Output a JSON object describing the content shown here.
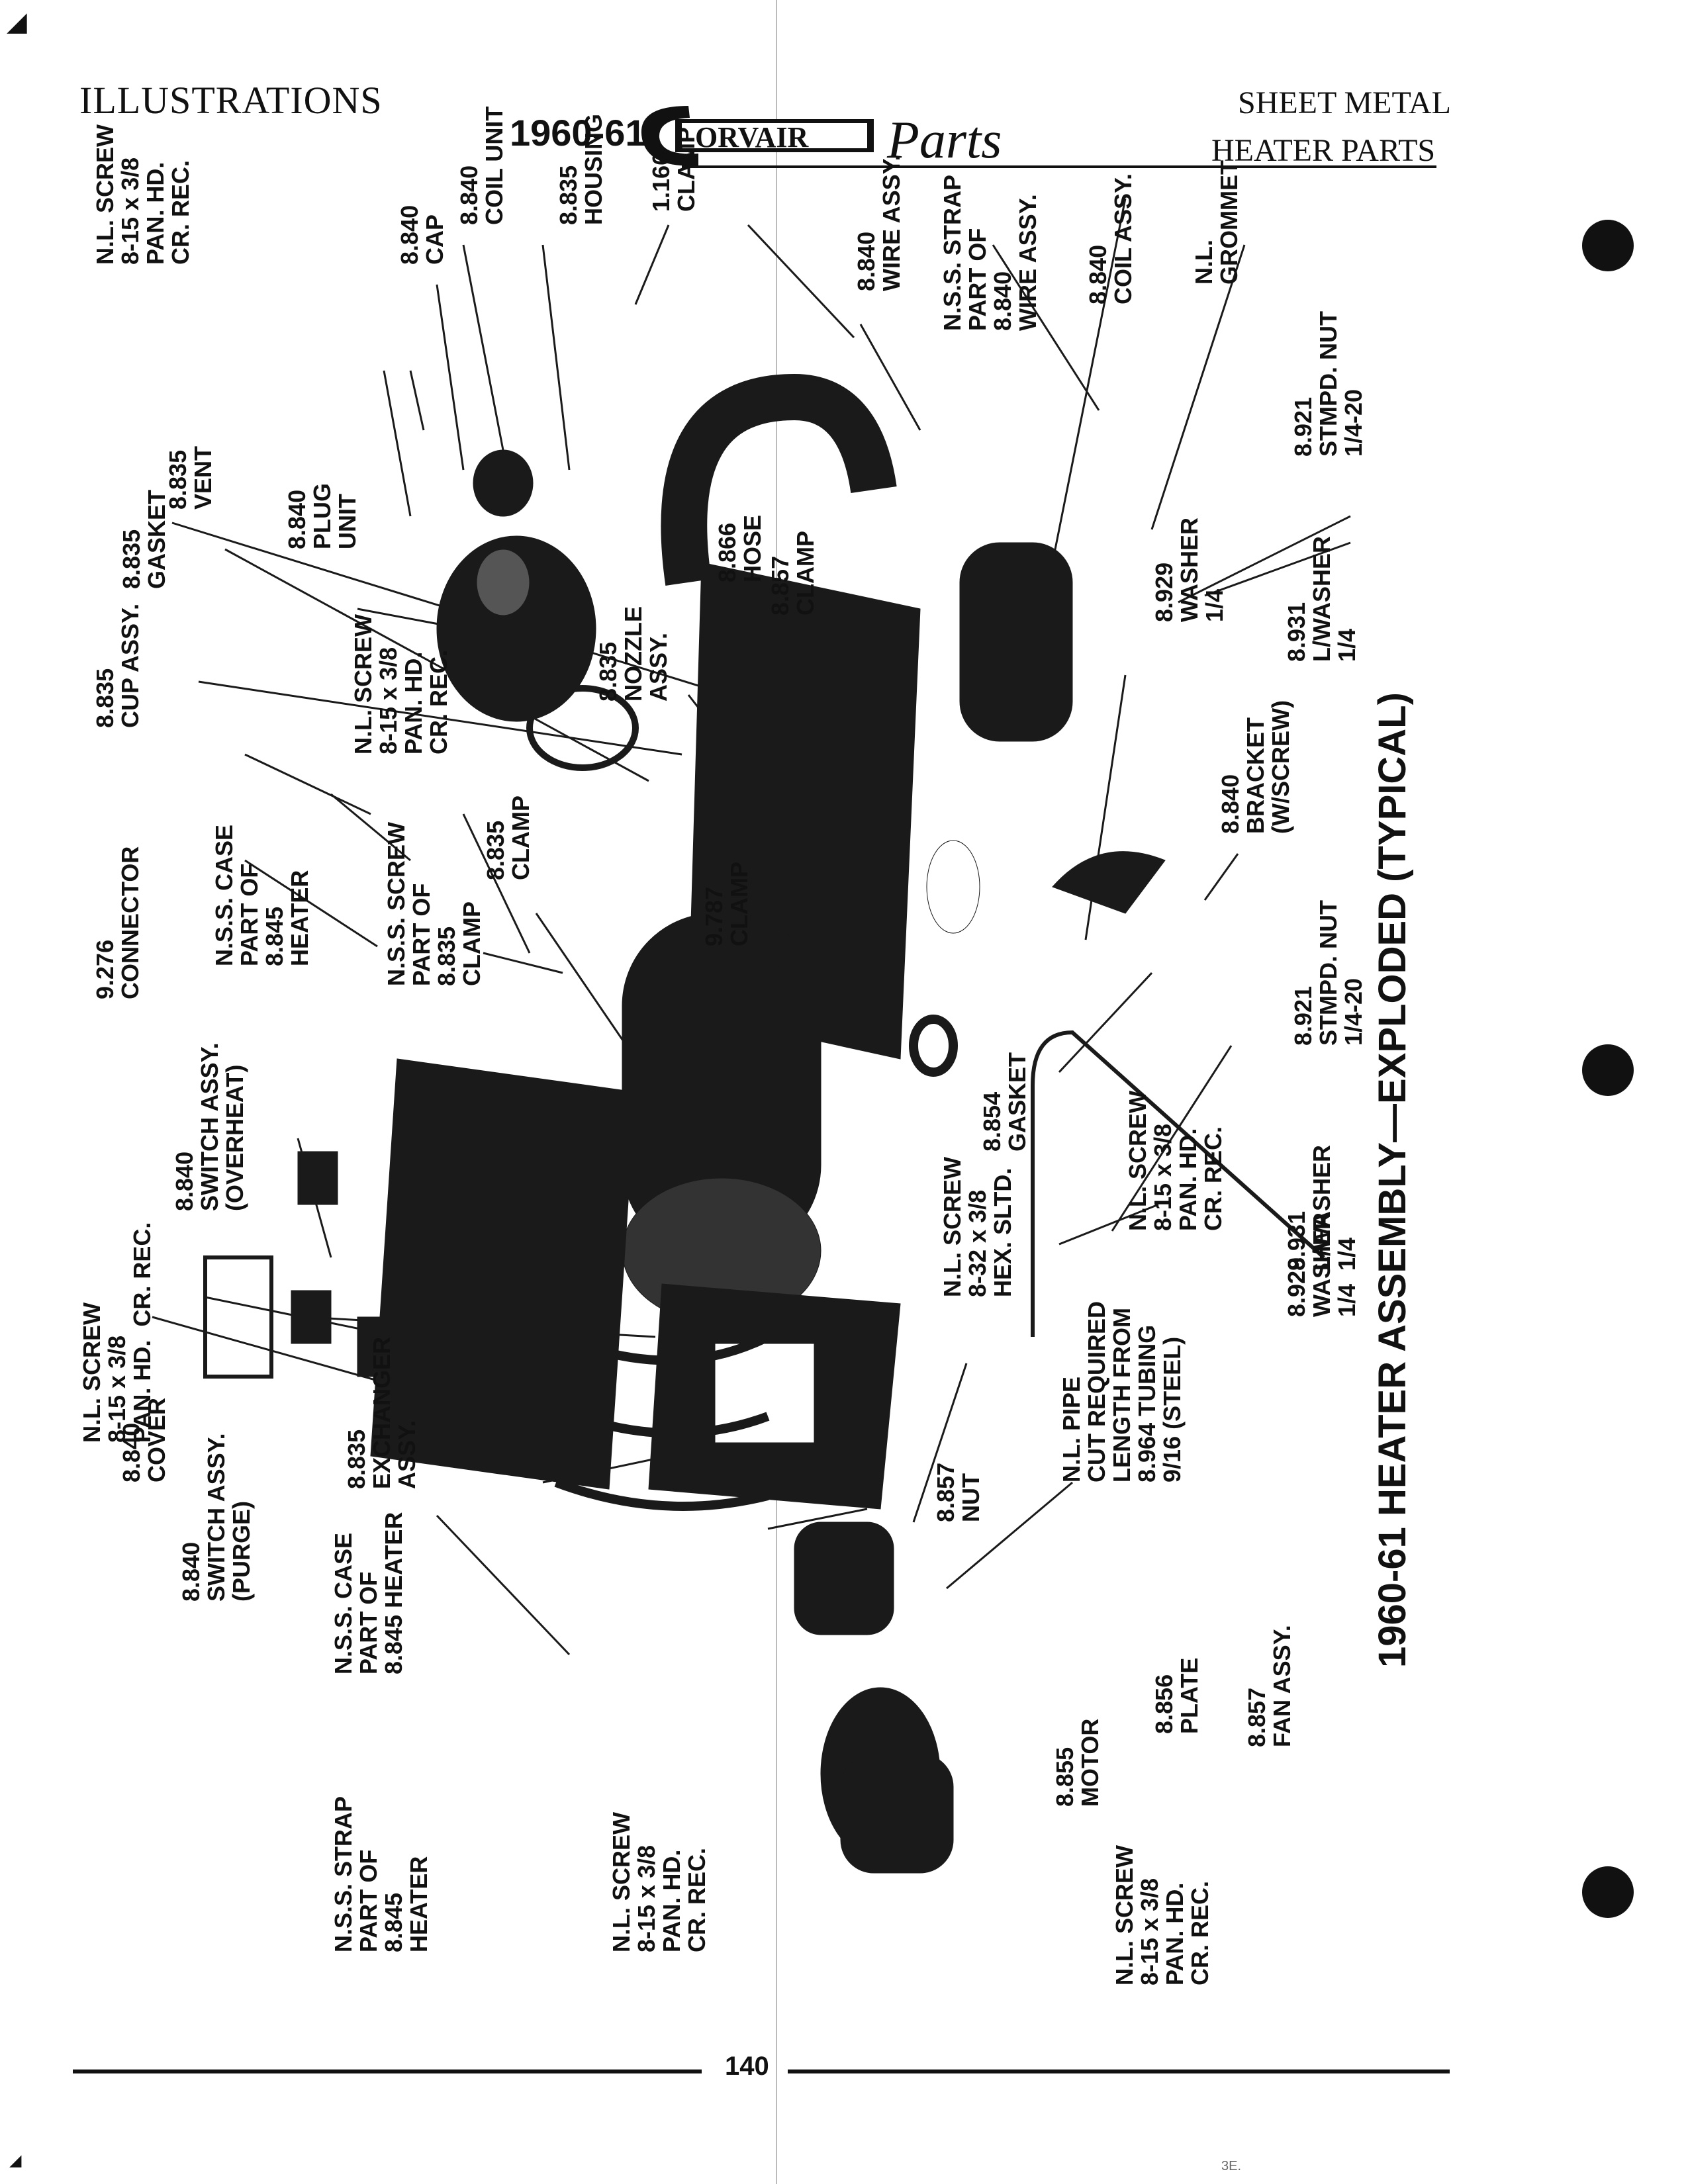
{
  "header": {
    "left": "ILLUSTRATIONS",
    "year": "1960-61",
    "logo_brand": "ORVAIR",
    "logo_script": "Parts",
    "right_line1": "SHEET METAL",
    "right_line2": "HEATER PARTS"
  },
  "footer": {
    "page_number": "140",
    "mark": "3E."
  },
  "title": "1960-61 HEATER ASSEMBLY—EXPLODED (TYPICAL)",
  "labels": {
    "screw_cap": [
      "N.L. SCREW",
      "8-15 x 3/8",
      "PAN. HD.",
      "CR. REC."
    ],
    "cap": [
      "8.840",
      "CAP"
    ],
    "coil_unit": [
      "8.840",
      "COIL UNIT"
    ],
    "housing": [
      "8.835",
      "HOUSING"
    ],
    "clamp_1166": [
      "1.166",
      "CLAMP"
    ],
    "plug_unit": [
      "8.840",
      "PLUG",
      "UNIT"
    ],
    "vent": [
      "8.835",
      "VENT"
    ],
    "gasket_835": [
      "8.835",
      "GASKET"
    ],
    "nozzle": [
      "8.835",
      "NOZZLE",
      "ASSY."
    ],
    "hose": [
      "8.866",
      "HOSE"
    ],
    "clamp_857": [
      "8.857",
      "CLAMP"
    ],
    "wire_assy": [
      "8.840",
      "WIRE ASSY."
    ],
    "strap_wire": [
      "N.S.S. STRAP",
      "PART OF",
      "8.840",
      "WIRE ASSY."
    ],
    "coil_assy": [
      "8.840",
      "COIL ASSY."
    ],
    "grommet": [
      "N.L.",
      "GROMMET"
    ],
    "stmpd_nut_top": [
      "8.921",
      "STMPD. NUT",
      "1/4-20"
    ],
    "washer_929": [
      "8.929",
      "WASHER",
      "1/4"
    ],
    "lwasher_931": [
      "8.931",
      "L/WASHER",
      "1/4"
    ],
    "screw_cup": [
      "N.L. SCREW",
      "8-15 x 3/8",
      "PAN. HD.",
      "CR. REC."
    ],
    "cup_assy": [
      "8.835",
      "CUP ASSY."
    ],
    "bracket": [
      "8.840",
      "BRACKET",
      "(W/SCREW)"
    ],
    "connector": [
      "9.276",
      "CONNECTOR"
    ],
    "case_top": [
      "N.S.S. CASE",
      "PART OF",
      "8.845",
      "HEATER"
    ],
    "screw_clamp": [
      "N.S.S. SCREW",
      "PART OF",
      "8.835",
      "CLAMP"
    ],
    "clamp_835": [
      "8.835",
      "CLAMP"
    ],
    "clamp_9787": [
      "9.787",
      "CLAMP"
    ],
    "stmpd_nut_bot": [
      "8.921",
      "STMPD. NUT",
      "1/4-20"
    ],
    "gasket_854": [
      "8.854",
      "GASKET"
    ],
    "switch_overheat": [
      "8.840",
      "SWITCH ASSY.",
      "(OVERHEAT)"
    ],
    "screw_hex": [
      "N.L. SCREW",
      "8-32 x 3/8",
      "HEX. SLTD."
    ],
    "screw_bracket": [
      "N.L. SCREW",
      "8-15 x 3/8",
      "PAN. HD.",
      "CR. REC."
    ],
    "lwasher_bot": [
      "8.931",
      "L/WASHER",
      "1/4"
    ],
    "washer_bot": [
      "8.929",
      "WASHER",
      "1/4"
    ],
    "screw_switch": [
      "N.L. SCREW",
      "8-15 x 3/8",
      "PAN. HD.  CR. REC."
    ],
    "cover": [
      "8.840",
      "COVER"
    ],
    "switch_purge": [
      "8.840",
      "SWITCH ASSY.",
      "(PURGE)"
    ],
    "exchanger": [
      "8.835",
      "EXCHANGER",
      "ASSY."
    ],
    "pipe": [
      "N.L. PIPE",
      "CUT REQUIRED",
      "LENGTH FROM",
      "8.964 TUBING",
      "9/16 (STEEL)"
    ],
    "nut_857": [
      "8.857",
      "NUT"
    ],
    "case_bottom": [
      "N.S.S. CASE",
      "PART OF",
      "8.845 HEATER"
    ],
    "fan_assy": [
      "8.857",
      "FAN ASSY."
    ],
    "plate": [
      "8.856",
      "PLATE"
    ],
    "motor": [
      "8.855",
      "MOTOR"
    ],
    "strap_heater": [
      "N.S.S. STRAP",
      "PART OF",
      "8.845",
      "HEATER"
    ],
    "screw_strap": [
      "N.L. SCREW",
      "8-15 x 3/8",
      "PAN. HD.",
      "CR. REC."
    ],
    "screw_motor": [
      "N.L. SCREW",
      "8-15 x 3/8",
      "PAN. HD.",
      "CR. REC."
    ]
  }
}
